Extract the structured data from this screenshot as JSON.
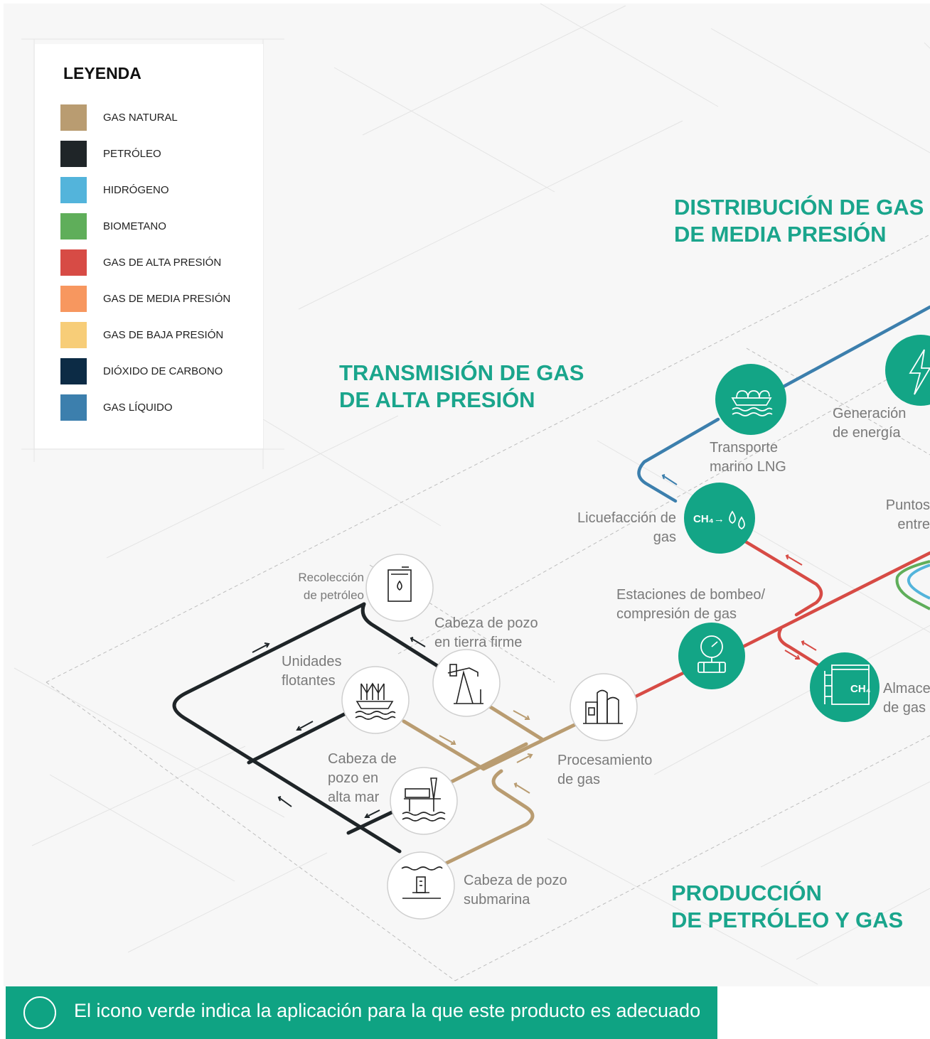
{
  "legend": {
    "title": "LEYENDA",
    "items": [
      {
        "label": "GAS NATURAL",
        "color": "#b99c71"
      },
      {
        "label": "PETRÓLEO",
        "color": "#1f2528"
      },
      {
        "label": "HIDRÓGENO",
        "color": "#53b4db"
      },
      {
        "label": "BIOMETANO",
        "color": "#5fae5a"
      },
      {
        "label": "GAS DE ALTA PRESIÓN",
        "color": "#d74b45"
      },
      {
        "label": "GAS DE MEDIA PRESIÓN",
        "color": "#f7975f"
      },
      {
        "label": "GAS DE BAJA PRESIÓN",
        "color": "#f7cd78"
      },
      {
        "label": "DIÓXIDO DE CARBONO",
        "color": "#0c2b45"
      },
      {
        "label": "GAS LÍQUIDO",
        "color": "#3c7fad"
      }
    ]
  },
  "sections": {
    "distribution": "DISTRIBUCIÓN DE GAS\nDE MEDIA PRESIÓN",
    "transmission": "TRANSMISIÓN DE GAS\nDE ALTA PRESIÓN",
    "production": "PRODUCCIÓN\nDE PETRÓLEO Y GAS"
  },
  "nodes": {
    "oil_collection": "Recolección\nde petróleo",
    "onshore_wellhead": "Cabeza de pozo\nen tierra firme",
    "floating_units": "Unidades\nflotantes",
    "offshore_wellhead": "Cabeza de\npozo en\nalta mar",
    "subsea_wellhead": "Cabeza de pozo\nsubmarina",
    "gas_processing": "Procesamiento\nde gas",
    "pumping_stations": "Estaciones de bombeo/\ncompresión de gas",
    "liquefaction": "Licuefacción de\ngas",
    "lng_transport": "Transporte\nmarino LNG",
    "power_generation": "Generación\nde energía",
    "delivery_points": "Puntos\nentre",
    "storage": "Almace\nde gas"
  },
  "icon_text": {
    "ch4_liquefaction": "CH₄→",
    "ch4_storage": "CH₄"
  },
  "footer": {
    "text": "El icono verde indica la aplicación para la que este producto es adecuado",
    "bar_color": "#0fa383"
  },
  "colors": {
    "accent_green": "#1aa58c",
    "node_green": "#13a586"
  }
}
